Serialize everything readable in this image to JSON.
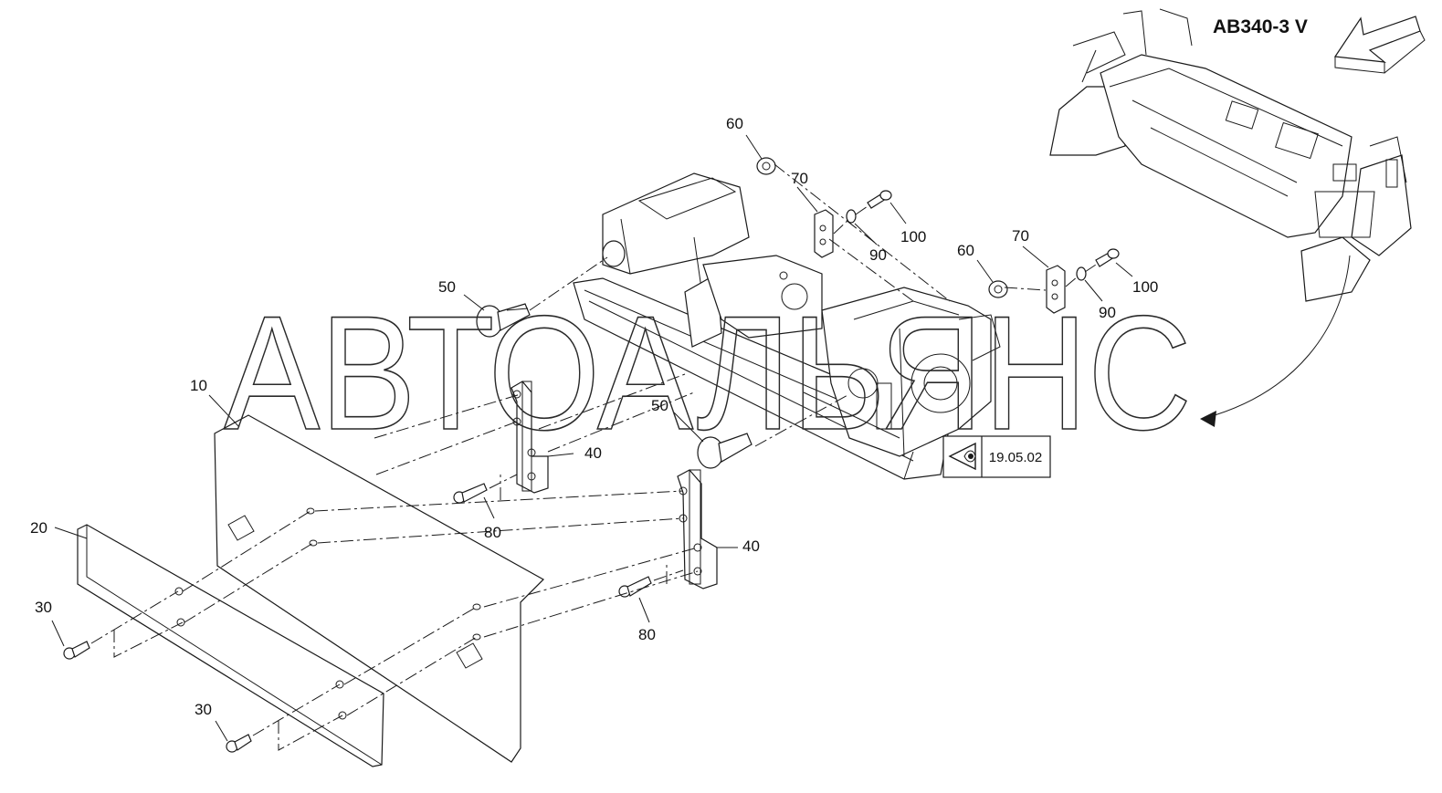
{
  "title": "AB340-3 V",
  "watermark": "АВТОАЛЬЯНС",
  "reference": "19.05.02",
  "labels": {
    "p10": "10",
    "p20": "20",
    "p30a": "30",
    "p30b": "30",
    "p40a": "40",
    "p40b": "40",
    "p50a": "50",
    "p50b": "50",
    "p60a": "60",
    "p60b": "60",
    "p70a": "70",
    "p70b": "70",
    "p80a": "80",
    "p80b": "80",
    "p90a": "90",
    "p90b": "90",
    "p100a": "100",
    "p100b": "100"
  },
  "icons": {
    "view_arrow": "direction-arrow-icon",
    "reference_eye": "eye-icon"
  },
  "colors": {
    "line": "#1a1a1a",
    "background": "#ffffff"
  }
}
